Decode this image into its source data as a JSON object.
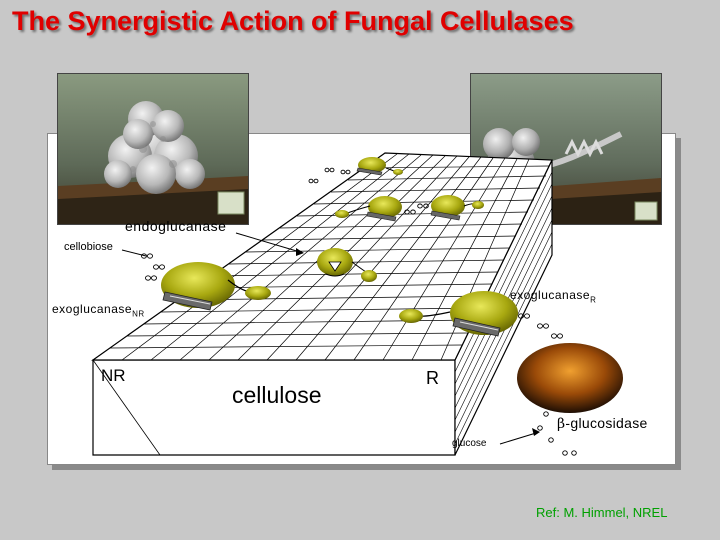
{
  "title": "The Synergistic Action of Fungal Cellulases",
  "labels": {
    "endoglucanase": "endoglucanase",
    "cellobiose": "cellobiose",
    "exoglucanase": "exoglucanase",
    "sub_nr": "NR",
    "sub_r": "R",
    "nr_end": "NR",
    "r_end": "R",
    "cellulose": "cellulose",
    "beta_symbol": "β",
    "beta_glucosidase": "-glucosidase",
    "glucose": "glucose"
  },
  "reference": "Ref: M. Himmel, NREL",
  "colors": {
    "title": "#e00000",
    "enzyme": "#8c8c00",
    "glucosidase": "#c86a10",
    "reference": "#00a000"
  }
}
